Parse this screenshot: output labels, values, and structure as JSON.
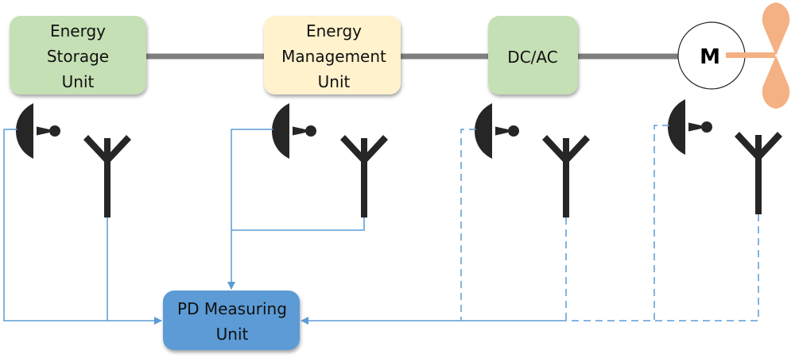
{
  "diagram": {
    "blocks": [
      {
        "id": "energy-storage-unit",
        "lines": [
          "Energy",
          "Storage",
          "Unit"
        ],
        "fill": "#c5e0b4"
      },
      {
        "id": "energy-management-unit",
        "lines": [
          "Energy",
          "Management",
          "Unit"
        ],
        "fill": "#fff2cc"
      },
      {
        "id": "dc-ac",
        "lines": [
          "DC/AC"
        ],
        "fill": "#c5e0b4"
      },
      {
        "id": "pd-measuring-unit",
        "lines": [
          "PD Measuring",
          "Unit"
        ],
        "fill": "#5b9bd5"
      }
    ],
    "motor": {
      "label": "M"
    },
    "propeller": {
      "color": "#f4b183"
    },
    "sensors": [
      {
        "location": "energy-storage-unit",
        "types": [
          "dish-antenna",
          "uhf-antenna"
        ],
        "connection": "solid"
      },
      {
        "location": "energy-management-unit",
        "types": [
          "dish-antenna",
          "uhf-antenna"
        ],
        "connection": "solid"
      },
      {
        "location": "dc-ac",
        "types": [
          "dish-antenna",
          "uhf-antenna"
        ],
        "connection": "dashed"
      },
      {
        "location": "motor",
        "types": [
          "dish-antenna",
          "uhf-antenna"
        ],
        "connection": "dashed"
      }
    ],
    "colors": {
      "power_line": "#7f7f7f",
      "signal_line": "#5b9bd5",
      "sensor": "#262626",
      "green_block": "#c5e0b4",
      "yellow_block": "#fff2cc",
      "blue_block": "#5b9bd5"
    }
  }
}
